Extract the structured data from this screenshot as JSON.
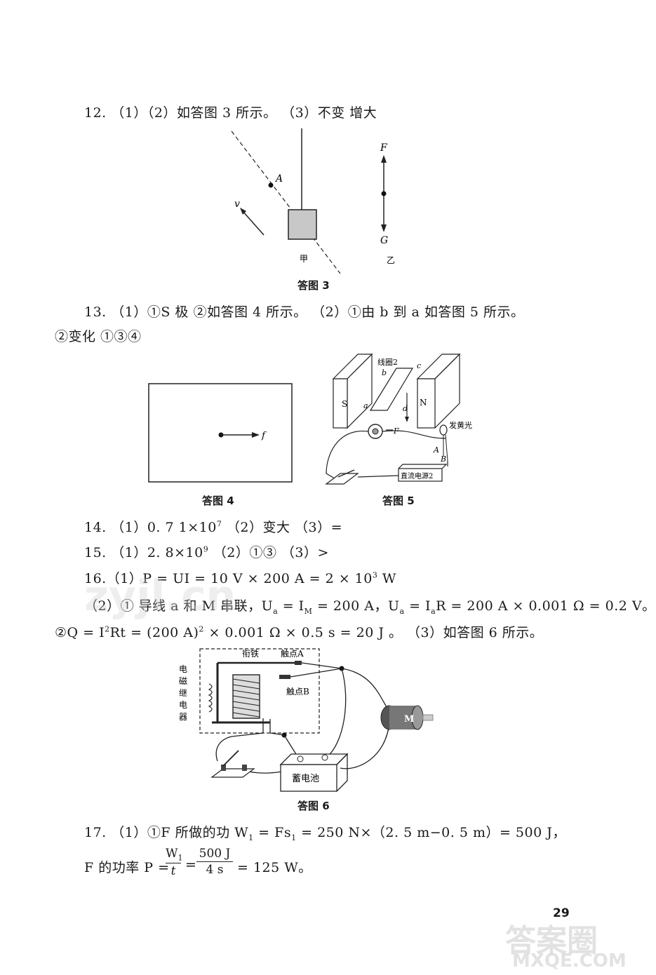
{
  "q12": {
    "text": "12. （1）（2）如答图 3 所示。   （3）不变   增大",
    "fig": {
      "A": "A",
      "v": "v",
      "F": "F",
      "G": "G",
      "jia": "甲",
      "yi": "乙"
    },
    "caption": "答图 3"
  },
  "q13": {
    "line1": "13. （1）①S 极   ②如答图 4 所示。   （2）①由 b 到 a   如答图 5 所示。",
    "line2": "②变化   ①③④",
    "fig4": {
      "f": "f",
      "caption": "答图 4"
    },
    "fig5": {
      "S": "S",
      "N": "N",
      "coil": "线圈2",
      "a": "a",
      "b": "b",
      "c": "c",
      "d": "d",
      "F": "F",
      "light": "发黄光",
      "A": "A",
      "B": "B",
      "dc": "直流电源2",
      "caption": "答图 5"
    }
  },
  "q14": {
    "a": "14. （1）0. 7    1×10",
    "exp": "7",
    "b": "    （2）变大    （3）="
  },
  "q15": {
    "a": "15. （1）2. 8×10",
    "exp": "9",
    "b": "    （2）①③    （3）>"
  },
  "q16": {
    "line1": "16.（1）P = UI = 10 V × 200 A = 2 × 10",
    "line1_exp": "3",
    "line1_end": " W",
    "line2": "（2）① 导线 a 和 M 串联，U",
    "line2_sub1": "a",
    "line2_b": " = I",
    "line2_sub2": "M",
    "line2_c": " = 200 A，U",
    "line2_sub3": "a",
    "line2_d": " = I",
    "line2_sub4": "a",
    "line2_e": "R = 200 A × 0.001 Ω = 0.2 V。",
    "line3": "②Q = I",
    "line3_exp": "2",
    "line3_b": "Rt = (200 A)",
    "line3_exp2": "2",
    "line3_c": " × 0.001 Ω × 0.5 s = 20 J 。    （3）如答图 6 所示。",
    "fig6": {
      "relay": [
        "电",
        "磁",
        "继",
        "电",
        "器"
      ],
      "armature": "衔铁",
      "contactA": "触点A",
      "contactB": "触点B",
      "motor": "M",
      "battery": "蓄电池",
      "caption": "答图 6"
    }
  },
  "q17": {
    "line1": "17. （1）①F 所做的功 W",
    "line1_sub": "1",
    "line1_b": " = Fs",
    "line1_sub2": "1",
    "line1_c": " = 250 N×（2. 5 m−0. 5 m）= 500 J，",
    "line2_a": "F 的功率 P =",
    "frac1_num": "W",
    "frac1_num_sub": "1",
    "frac1_den": "t",
    "eq": "=",
    "frac2_num": "500 J",
    "frac2_den": "4 s",
    "line2_end": "= 125 W。"
  },
  "page_number": "29",
  "watermark": {
    "logo": "答案圈",
    "url": "MXQE.COM",
    "mid": "zyjl.cn"
  }
}
